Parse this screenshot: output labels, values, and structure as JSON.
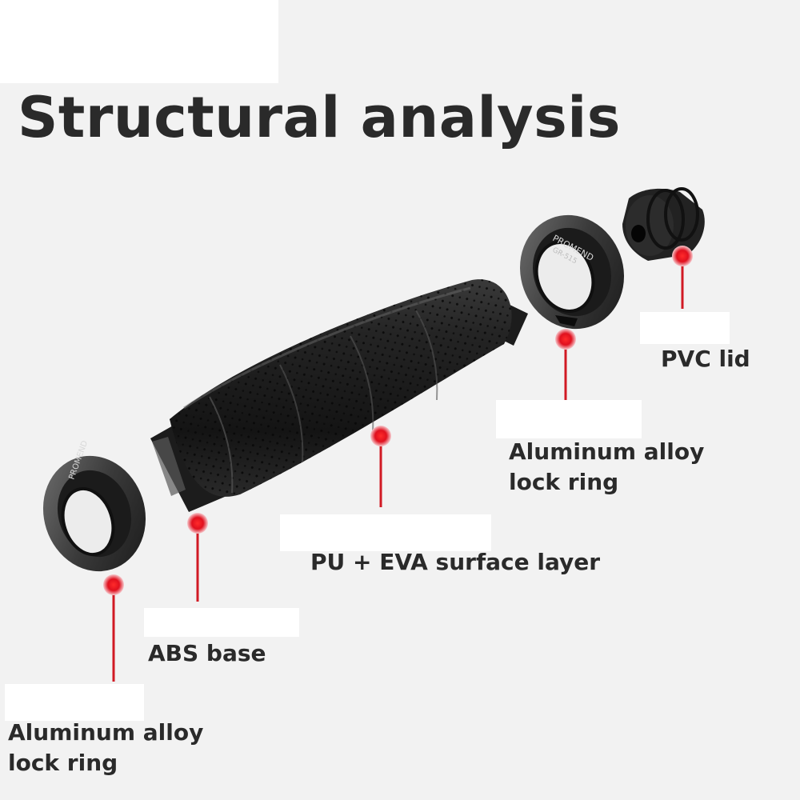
{
  "title": "Structural analysis",
  "callouts": {
    "pvc_lid": "PVC lid",
    "lock_ring_right": [
      "Aluminum alloy",
      "lock ring"
    ],
    "surface_layer": "PU + EVA surface layer",
    "abs_base": "ABS base",
    "lock_ring_left": [
      "Aluminum alloy",
      "lock ring"
    ]
  },
  "ring_engraving": {
    "brand": "PROMEND",
    "model": "GR-515"
  },
  "colors": {
    "marker": "#e0101e",
    "leader": "#d11a24",
    "text": "#2a2a2a"
  }
}
